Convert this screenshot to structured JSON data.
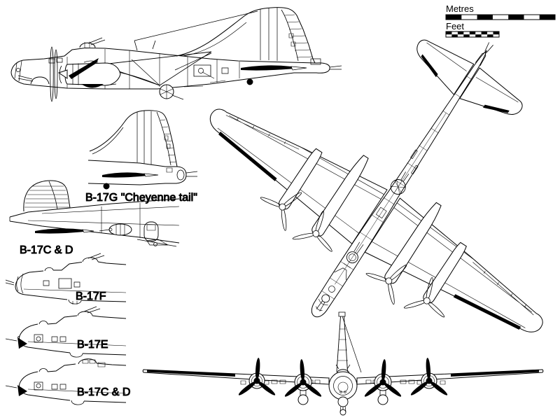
{
  "page": {
    "title": "B-17 Flying Fortress three-view line drawing",
    "background_color": "#ffffff",
    "ink_color": "#000000"
  },
  "scale_bars": {
    "metres": {
      "label": "Metres",
      "segments": 7,
      "style": "alternating black/white bar"
    },
    "feet": {
      "label": "Feet",
      "segments": 9,
      "style": "checkered black/white bar"
    }
  },
  "labels": {
    "tail_detail_g": "B-17G \"Cheyenne tail\"",
    "tail_detail_cd": "B-17C & D",
    "nose_f": "B-17F",
    "nose_e": "B-17E",
    "nose_cd": "B-17C & D"
  },
  "views": {
    "main_side_view": "B-17G full left-side profile",
    "top_view": "B-17G plan view, drawn diagonally",
    "front_view": "B-17G head-on view",
    "detail_views": [
      "Cheyenne tail",
      "early C/D tail",
      "B-17F nose",
      "B-17E nose",
      "B-17C & D nose"
    ]
  }
}
